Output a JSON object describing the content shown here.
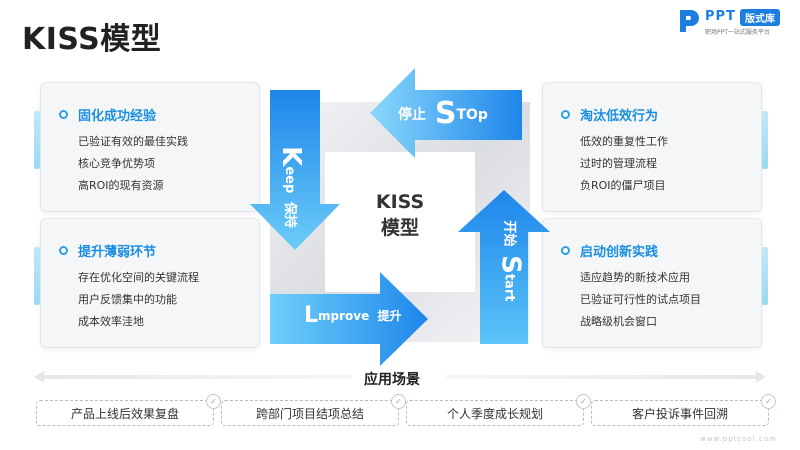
{
  "title": "KISS模型",
  "logo": {
    "brand": "PPT",
    "badge": "版式库",
    "tagline": "职场PPT一站式服务平台"
  },
  "cards": {
    "keep": {
      "heading": "固化成功经验",
      "items": [
        "已验证有效的最佳实践",
        "核心竞争优势项",
        "高ROI的现有资源"
      ]
    },
    "improve": {
      "heading": "提升薄弱环节",
      "items": [
        "存在优化空间的关键流程",
        "用户反馈集中的功能",
        "成本效率洼地"
      ]
    },
    "stop": {
      "heading": "淘汰低效行为",
      "items": [
        "低效的重复性工作",
        "过时的管理流程",
        "负ROI的僵尸项目"
      ]
    },
    "start": {
      "heading": "启动创新实践",
      "items": [
        "适应趋势的新技术应用",
        "已验证可行性的试点项目",
        "战略级机会窗口"
      ]
    }
  },
  "center": {
    "line1": "KISS",
    "line2": "模型"
  },
  "arrows": {
    "stop": {
      "cn": "停止",
      "big": "S",
      "rest": "TOp"
    },
    "keep": {
      "big": "K",
      "rest": "eep",
      "cn": "保持"
    },
    "improve": {
      "big": "L",
      "rest": "mprove",
      "cn": "提升"
    },
    "start": {
      "cn": "开始",
      "big": "S",
      "rest": "tart"
    }
  },
  "scenarios": {
    "label": "应用场景",
    "tags": [
      "产品上线后效果复盘",
      "跨部门项目结项总结",
      "个人季度成长规划",
      "客户投诉事件回溯"
    ]
  },
  "footer": "www.pptcool.com",
  "colors": {
    "accent": "#1a8fe0",
    "arrow_light": "#5cc8f8",
    "arrow_dark": "#1b7fe8"
  }
}
